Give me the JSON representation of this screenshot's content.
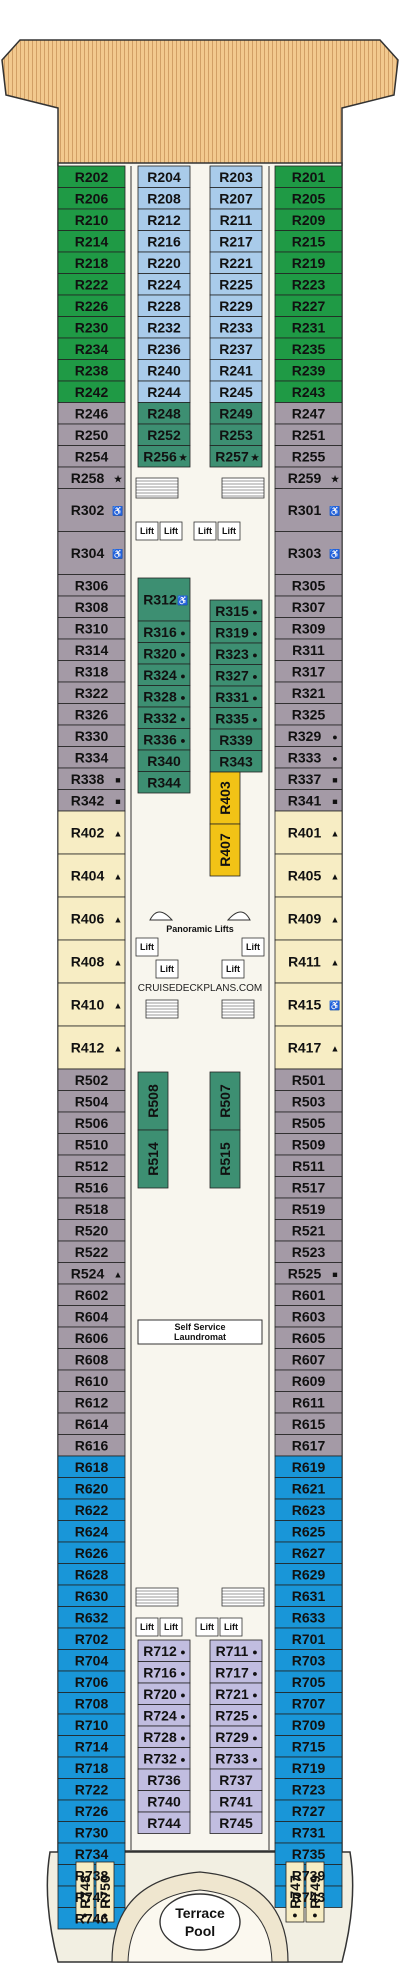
{
  "colors": {
    "green": "#1f9a45",
    "light_blue": "#a9cbea",
    "teal": "#3d8f72",
    "gray": "#a49aa6",
    "cream": "#f7edc4",
    "blue": "#1996d8",
    "lavender": "#c1bde0",
    "yellow": "#f2c316",
    "deck": "#f0c88a",
    "corridor": "#f8f6ee",
    "border": "#333333"
  },
  "outer_left": [
    {
      "label": "R202",
      "color": "green"
    },
    {
      "label": "R206",
      "color": "green"
    },
    {
      "label": "R210",
      "color": "green"
    },
    {
      "label": "R214",
      "color": "green"
    },
    {
      "label": "R218",
      "color": "green"
    },
    {
      "label": "R222",
      "color": "green"
    },
    {
      "label": "R226",
      "color": "green"
    },
    {
      "label": "R230",
      "color": "green"
    },
    {
      "label": "R234",
      "color": "green"
    },
    {
      "label": "R238",
      "color": "green"
    },
    {
      "label": "R242",
      "color": "green"
    },
    {
      "label": "R246",
      "color": "gray"
    },
    {
      "label": "R250",
      "color": "gray"
    },
    {
      "label": "R254",
      "color": "gray"
    },
    {
      "label": "R258",
      "color": "gray",
      "mark": "★"
    },
    {
      "label": "R302",
      "color": "gray",
      "mark": "♿",
      "h": 2
    },
    {
      "label": "R304",
      "color": "gray",
      "mark": "♿",
      "h": 2
    },
    {
      "label": "R306",
      "color": "gray"
    },
    {
      "label": "R308",
      "color": "gray"
    },
    {
      "label": "R310",
      "color": "gray"
    },
    {
      "label": "R314",
      "color": "gray"
    },
    {
      "label": "R318",
      "color": "gray"
    },
    {
      "label": "R322",
      "color": "gray"
    },
    {
      "label": "R326",
      "color": "gray"
    },
    {
      "label": "R330",
      "color": "gray"
    },
    {
      "label": "R334",
      "color": "gray"
    },
    {
      "label": "R338",
      "color": "gray",
      "mark": "■"
    },
    {
      "label": "R342",
      "color": "gray",
      "mark": "■"
    },
    {
      "label": "R402",
      "color": "cream",
      "mark": "▲",
      "h": 2
    },
    {
      "label": "R404",
      "color": "cream",
      "mark": "▲",
      "h": 2
    },
    {
      "label": "R406",
      "color": "cream",
      "mark": "▲",
      "h": 2
    },
    {
      "label": "R408",
      "color": "cream",
      "mark": "▲",
      "h": 2
    },
    {
      "label": "R410",
      "color": "cream",
      "mark": "▲",
      "h": 2
    },
    {
      "label": "R412",
      "color": "cream",
      "mark": "▲",
      "h": 2
    },
    {
      "label": "R502",
      "color": "gray"
    },
    {
      "label": "R504",
      "color": "gray"
    },
    {
      "label": "R506",
      "color": "gray"
    },
    {
      "label": "R510",
      "color": "gray"
    },
    {
      "label": "R512",
      "color": "gray"
    },
    {
      "label": "R516",
      "color": "gray"
    },
    {
      "label": "R518",
      "color": "gray"
    },
    {
      "label": "R520",
      "color": "gray"
    },
    {
      "label": "R522",
      "color": "gray"
    },
    {
      "label": "R524",
      "color": "gray",
      "mark": "▲"
    },
    {
      "label": "R602",
      "color": "gray"
    },
    {
      "label": "R604",
      "color": "gray"
    },
    {
      "label": "R606",
      "color": "gray"
    },
    {
      "label": "R608",
      "color": "gray"
    },
    {
      "label": "R610",
      "color": "gray"
    },
    {
      "label": "R612",
      "color": "gray"
    },
    {
      "label": "R614",
      "color": "gray"
    },
    {
      "label": "R616",
      "color": "gray"
    },
    {
      "label": "R618",
      "color": "blue"
    },
    {
      "label": "R620",
      "color": "blue"
    },
    {
      "label": "R622",
      "color": "blue"
    },
    {
      "label": "R624",
      "color": "blue"
    },
    {
      "label": "R626",
      "color": "blue"
    },
    {
      "label": "R628",
      "color": "blue"
    },
    {
      "label": "R630",
      "color": "blue"
    },
    {
      "label": "R632",
      "color": "blue"
    },
    {
      "label": "R702",
      "color": "blue"
    },
    {
      "label": "R704",
      "color": "blue"
    },
    {
      "label": "R706",
      "color": "blue"
    },
    {
      "label": "R708",
      "color": "blue"
    },
    {
      "label": "R710",
      "color": "blue"
    },
    {
      "label": "R714",
      "color": "blue"
    },
    {
      "label": "R718",
      "color": "blue"
    },
    {
      "label": "R722",
      "color": "blue"
    },
    {
      "label": "R726",
      "color": "blue"
    },
    {
      "label": "R730",
      "color": "blue"
    },
    {
      "label": "R734",
      "color": "blue"
    },
    {
      "label": "R738",
      "color": "blue"
    },
    {
      "label": "R742",
      "color": "blue"
    },
    {
      "label": "R746",
      "color": "blue"
    }
  ],
  "outer_right": [
    {
      "label": "R201",
      "color": "green"
    },
    {
      "label": "R205",
      "color": "green"
    },
    {
      "label": "R209",
      "color": "green"
    },
    {
      "label": "R215",
      "color": "green"
    },
    {
      "label": "R219",
      "color": "green"
    },
    {
      "label": "R223",
      "color": "green"
    },
    {
      "label": "R227",
      "color": "green"
    },
    {
      "label": "R231",
      "color": "green"
    },
    {
      "label": "R235",
      "color": "green"
    },
    {
      "label": "R239",
      "color": "green"
    },
    {
      "label": "R243",
      "color": "green"
    },
    {
      "label": "R247",
      "color": "gray"
    },
    {
      "label": "R251",
      "color": "gray"
    },
    {
      "label": "R255",
      "color": "gray"
    },
    {
      "label": "R259",
      "color": "gray",
      "mark": "★"
    },
    {
      "label": "R301",
      "color": "gray",
      "mark": "♿",
      "h": 2
    },
    {
      "label": "R303",
      "color": "gray",
      "mark": "♿",
      "h": 2
    },
    {
      "label": "R305",
      "color": "gray"
    },
    {
      "label": "R307",
      "color": "gray"
    },
    {
      "label": "R309",
      "color": "gray"
    },
    {
      "label": "R311",
      "color": "gray"
    },
    {
      "label": "R317",
      "color": "gray"
    },
    {
      "label": "R321",
      "color": "gray"
    },
    {
      "label": "R325",
      "color": "gray"
    },
    {
      "label": "R329",
      "color": "gray",
      "mark": "●"
    },
    {
      "label": "R333",
      "color": "gray",
      "mark": "●"
    },
    {
      "label": "R337",
      "color": "gray",
      "mark": "■"
    },
    {
      "label": "R341",
      "color": "gray",
      "mark": "■"
    },
    {
      "label": "R401",
      "color": "cream",
      "mark": "▲",
      "h": 2
    },
    {
      "label": "R405",
      "color": "cream",
      "mark": "▲",
      "h": 2
    },
    {
      "label": "R409",
      "color": "cream",
      "mark": "▲",
      "h": 2
    },
    {
      "label": "R411",
      "color": "cream",
      "mark": "▲",
      "h": 2
    },
    {
      "label": "R415",
      "color": "cream",
      "mark": "♿",
      "h": 2
    },
    {
      "label": "R417",
      "color": "cream",
      "mark": "▲",
      "h": 2
    },
    {
      "label": "R501",
      "color": "gray"
    },
    {
      "label": "R503",
      "color": "gray"
    },
    {
      "label": "R505",
      "color": "gray"
    },
    {
      "label": "R509",
      "color": "gray"
    },
    {
      "label": "R511",
      "color": "gray"
    },
    {
      "label": "R517",
      "color": "gray"
    },
    {
      "label": "R519",
      "color": "gray"
    },
    {
      "label": "R521",
      "color": "gray"
    },
    {
      "label": "R523",
      "color": "gray"
    },
    {
      "label": "R525",
      "color": "gray",
      "mark": "■"
    },
    {
      "label": "R601",
      "color": "gray"
    },
    {
      "label": "R603",
      "color": "gray"
    },
    {
      "label": "R605",
      "color": "gray"
    },
    {
      "label": "R607",
      "color": "gray"
    },
    {
      "label": "R609",
      "color": "gray"
    },
    {
      "label": "R611",
      "color": "gray"
    },
    {
      "label": "R615",
      "color": "gray"
    },
    {
      "label": "R617",
      "color": "gray"
    },
    {
      "label": "R619",
      "color": "blue"
    },
    {
      "label": "R621",
      "color": "blue"
    },
    {
      "label": "R623",
      "color": "blue"
    },
    {
      "label": "R625",
      "color": "blue"
    },
    {
      "label": "R627",
      "color": "blue"
    },
    {
      "label": "R629",
      "color": "blue"
    },
    {
      "label": "R631",
      "color": "blue"
    },
    {
      "label": "R633",
      "color": "blue"
    },
    {
      "label": "R701",
      "color": "blue"
    },
    {
      "label": "R703",
      "color": "blue"
    },
    {
      "label": "R705",
      "color": "blue"
    },
    {
      "label": "R707",
      "color": "blue"
    },
    {
      "label": "R709",
      "color": "blue"
    },
    {
      "label": "R715",
      "color": "blue"
    },
    {
      "label": "R719",
      "color": "blue"
    },
    {
      "label": "R723",
      "color": "blue"
    },
    {
      "label": "R727",
      "color": "blue"
    },
    {
      "label": "R731",
      "color": "blue"
    },
    {
      "label": "R735",
      "color": "blue"
    },
    {
      "label": "R739",
      "color": "blue"
    },
    {
      "label": "R743",
      "color": "blue"
    }
  ],
  "inner_left_top": [
    {
      "label": "R204",
      "color": "light_blue"
    },
    {
      "label": "R208",
      "color": "light_blue"
    },
    {
      "label": "R212",
      "color": "light_blue"
    },
    {
      "label": "R216",
      "color": "light_blue"
    },
    {
      "label": "R220",
      "color": "light_blue"
    },
    {
      "label": "R224",
      "color": "light_blue"
    },
    {
      "label": "R228",
      "color": "light_blue"
    },
    {
      "label": "R232",
      "color": "light_blue"
    },
    {
      "label": "R236",
      "color": "light_blue"
    },
    {
      "label": "R240",
      "color": "light_blue"
    },
    {
      "label": "R244",
      "color": "light_blue"
    },
    {
      "label": "R248",
      "color": "teal"
    },
    {
      "label": "R252",
      "color": "teal"
    },
    {
      "label": "R256",
      "color": "teal",
      "mark": "★"
    }
  ],
  "inner_right_top": [
    {
      "label": "R203",
      "color": "light_blue"
    },
    {
      "label": "R207",
      "color": "light_blue"
    },
    {
      "label": "R211",
      "color": "light_blue"
    },
    {
      "label": "R217",
      "color": "light_blue"
    },
    {
      "label": "R221",
      "color": "light_blue"
    },
    {
      "label": "R225",
      "color": "light_blue"
    },
    {
      "label": "R229",
      "color": "light_blue"
    },
    {
      "label": "R233",
      "color": "light_blue"
    },
    {
      "label": "R237",
      "color": "light_blue"
    },
    {
      "label": "R241",
      "color": "light_blue"
    },
    {
      "label": "R245",
      "color": "light_blue"
    },
    {
      "label": "R249",
      "color": "teal"
    },
    {
      "label": "R253",
      "color": "teal"
    },
    {
      "label": "R257",
      "color": "teal",
      "mark": "★"
    }
  ],
  "inner_left_mid": [
    {
      "label": "R312",
      "color": "teal",
      "mark": "♿",
      "h": 2
    },
    {
      "label": "R316",
      "color": "teal",
      "mark": "●"
    },
    {
      "label": "R320",
      "color": "teal",
      "mark": "●"
    },
    {
      "label": "R324",
      "color": "teal",
      "mark": "●"
    },
    {
      "label": "R328",
      "color": "teal",
      "mark": "●"
    },
    {
      "label": "R332",
      "color": "teal",
      "mark": "●"
    },
    {
      "label": "R336",
      "color": "teal",
      "mark": "●"
    },
    {
      "label": "R340",
      "color": "teal"
    },
    {
      "label": "R344",
      "color": "teal"
    }
  ],
  "inner_right_mid": [
    {
      "label": "R315",
      "color": "teal",
      "mark": "●"
    },
    {
      "label": "R319",
      "color": "teal",
      "mark": "●"
    },
    {
      "label": "R323",
      "color": "teal",
      "mark": "●"
    },
    {
      "label": "R327",
      "color": "teal",
      "mark": "●"
    },
    {
      "label": "R331",
      "color": "teal",
      "mark": "●"
    },
    {
      "label": "R335",
      "color": "teal",
      "mark": "●"
    },
    {
      "label": "R339",
      "color": "teal"
    },
    {
      "label": "R343",
      "color": "teal"
    }
  ],
  "inner_left_bottom": [
    {
      "label": "R712",
      "color": "lavender",
      "mark": "●"
    },
    {
      "label": "R716",
      "color": "lavender",
      "mark": "●"
    },
    {
      "label": "R720",
      "color": "lavender",
      "mark": "●"
    },
    {
      "label": "R724",
      "color": "lavender",
      "mark": "●"
    },
    {
      "label": "R728",
      "color": "lavender",
      "mark": "●"
    },
    {
      "label": "R732",
      "color": "lavender",
      "mark": "●"
    },
    {
      "label": "R736",
      "color": "lavender"
    },
    {
      "label": "R740",
      "color": "lavender"
    },
    {
      "label": "R744",
      "color": "lavender"
    }
  ],
  "inner_right_bottom": [
    {
      "label": "R711",
      "color": "lavender",
      "mark": "●"
    },
    {
      "label": "R717",
      "color": "lavender",
      "mark": "●"
    },
    {
      "label": "R721",
      "color": "lavender",
      "mark": "●"
    },
    {
      "label": "R725",
      "color": "lavender",
      "mark": "●"
    },
    {
      "label": "R729",
      "color": "lavender",
      "mark": "●"
    },
    {
      "label": "R733",
      "color": "lavender",
      "mark": "●"
    },
    {
      "label": "R737",
      "color": "lavender"
    },
    {
      "label": "R741",
      "color": "lavender"
    },
    {
      "label": "R745",
      "color": "lavender"
    }
  ],
  "vertical_cabins": [
    {
      "label": "R403",
      "color": "yellow",
      "id": "r403"
    },
    {
      "label": "R407",
      "color": "yellow",
      "id": "r407"
    },
    {
      "label": "R508",
      "color": "teal",
      "id": "r508"
    },
    {
      "label": "R514",
      "color": "teal",
      "id": "r514"
    },
    {
      "label": "R507",
      "color": "teal",
      "id": "r507"
    },
    {
      "label": "R515",
      "color": "teal",
      "id": "r515"
    },
    {
      "label": "R748",
      "color": "cream",
      "id": "r748",
      "mark": "●"
    },
    {
      "label": "R750",
      "color": "cream",
      "id": "r750",
      "mark": "●"
    },
    {
      "label": "R747",
      "color": "cream",
      "id": "r747",
      "mark": "●"
    },
    {
      "label": "R749",
      "color": "cream",
      "id": "r749",
      "mark": "●"
    }
  ],
  "labels": {
    "lift": "Lift",
    "panoramic_lifts": "Panoramic Lifts",
    "watermark": "CRUISEDECKPLANS.COM",
    "laundromat_line1": "Self Service",
    "laundromat_line2": "Laundromat",
    "pool_line1": "Terrace",
    "pool_line2": "Pool"
  }
}
